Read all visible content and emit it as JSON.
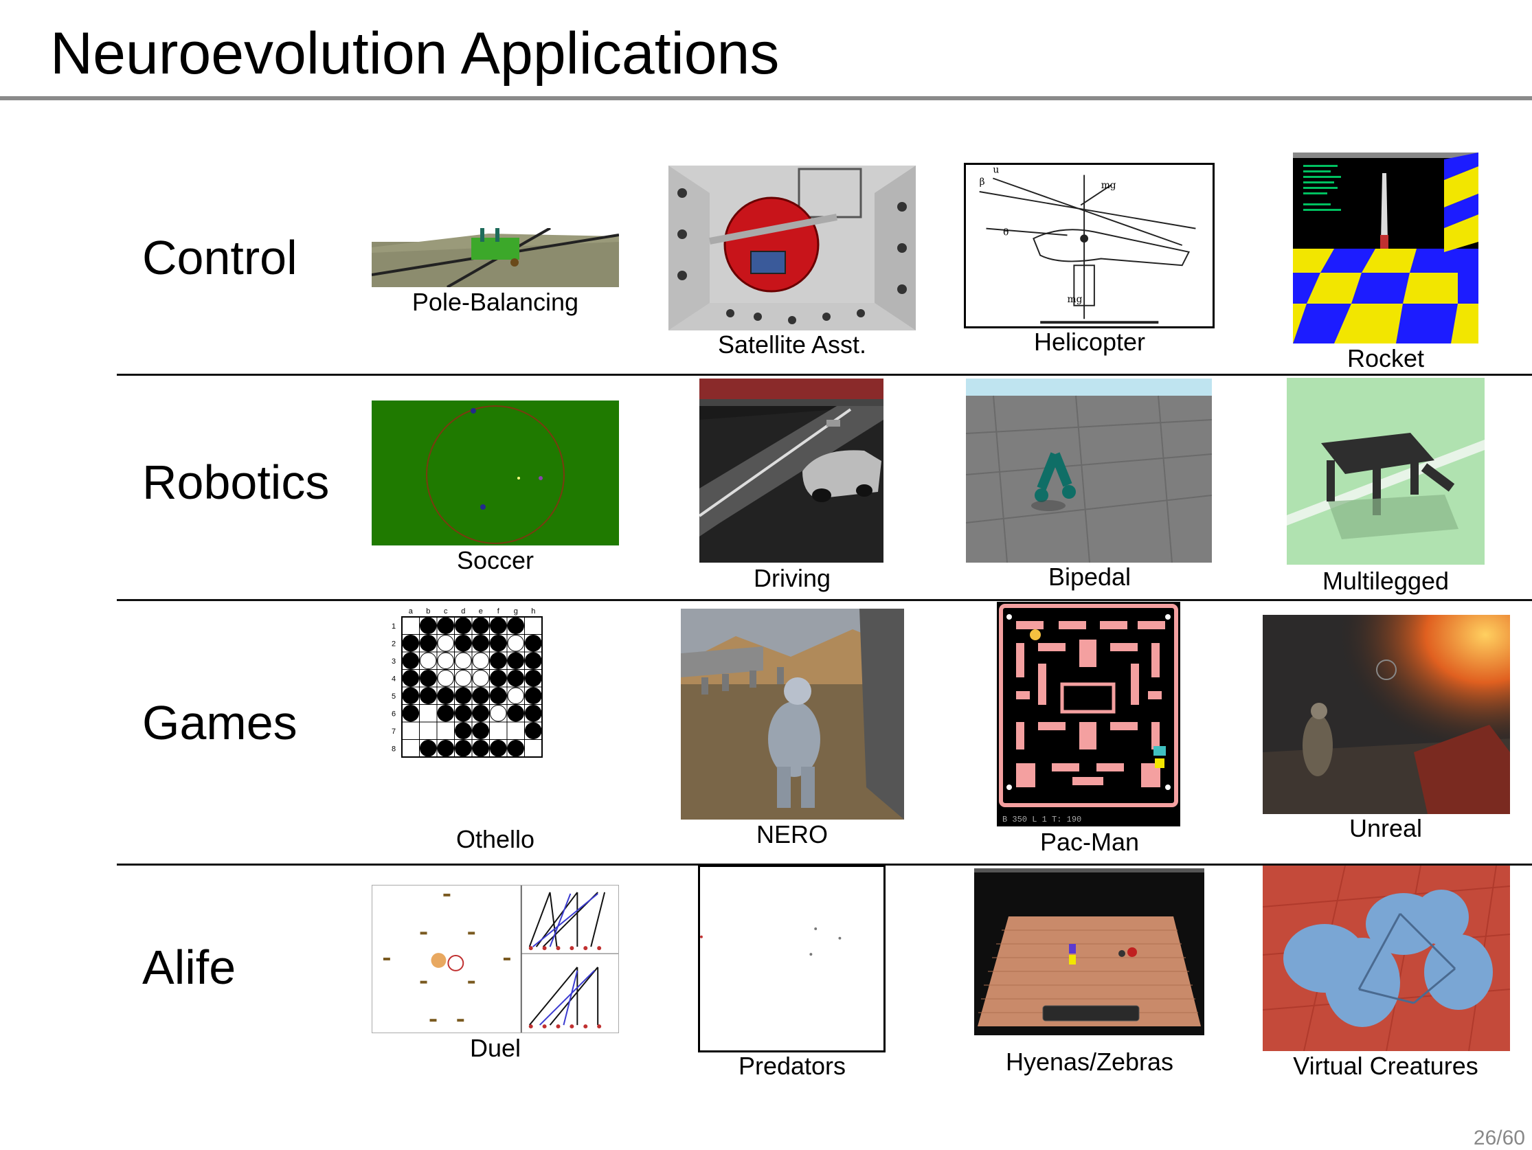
{
  "slide": {
    "title": "Neuroevolution Applications",
    "page_number": "26/60"
  },
  "rows": [
    {
      "label": "Control",
      "items": [
        "Pole-Balancing",
        "Satellite Asst.",
        "Helicopter",
        "Rocket"
      ]
    },
    {
      "label": "Robotics",
      "items": [
        "Soccer",
        "Driving",
        "Bipedal",
        "Multilegged"
      ]
    },
    {
      "label": "Games",
      "items": [
        "Othello",
        "NERO",
        "Pac-Man",
        "Unreal"
      ]
    },
    {
      "label": "Alife",
      "items": [
        "Duel",
        "Predators",
        "Hyenas/Zebras",
        "Virtual Creatures"
      ]
    }
  ],
  "othello": {
    "columns": [
      "a",
      "b",
      "c",
      "d",
      "e",
      "f",
      "g",
      "h"
    ],
    "rows": [
      "1",
      "2",
      "3",
      "4",
      "5",
      "6",
      "7",
      "8"
    ]
  },
  "pacman": {
    "status": "B 350      L 1      T: 190"
  },
  "colors": {
    "title_rule": "#8a8a8a",
    "soccer_field": "#1f7a00",
    "rocket_yellow": "#f2e600",
    "rocket_blue": "#1c1cff",
    "pacman_wall": "#f4a0a0",
    "creature_blue": "#7aa6d4",
    "creature_floor": "#c94a3a"
  }
}
